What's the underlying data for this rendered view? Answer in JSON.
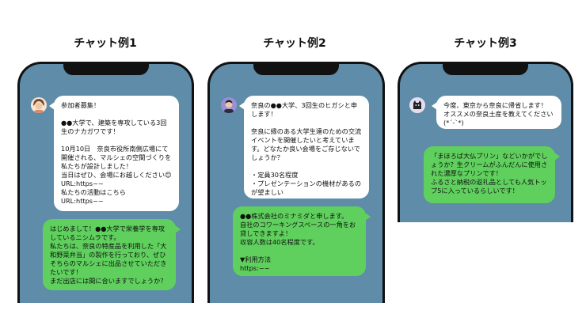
{
  "captions": [
    "チャット例1",
    "チャット例2",
    "チャット例3"
  ],
  "chat1": {
    "incoming": "参加者募集！\n\n●●大学で、建築を専攻している3回生のナカガワです！\n\n10月10日　奈良市役所南側広場にて開催される、マルシェの空間づくりを私たちが設計しました！\n当日はぜひ、会場にお越しください😊\nURL:https~~\n私たちの活動はこちら\nURL:https~~",
    "outgoing": "はじめまして！●●大学で栄養学を専攻しているニシムラです。\n私たちは、奈良の特産品を利用した「大和野菜弁当」の製作を行っており、ぜひそちらのマルシェに出品させていただきたいです！\nまだ出店には間に合いますでしょうか？"
  },
  "chat2": {
    "incoming": "奈良の●●大学、3回生のヒガシと申します！\n\n奈良に縁のある大学生達のための交流イベントを開催したいと考えています。どなたか良い会場をご存じないでしょうか？\n\n・定員30名程度\n・プレゼンテーションの機材があるのが望ましい",
    "outgoing": "●●株式会社のミナミダと申します。\n自社のコワーキングスペースの一角をお貸しできますよ！\n収容人数は40名程度です。\n\n▼利用方法\nhttps:~~"
  },
  "chat3": {
    "incoming": "今度、東京から奈良に帰省します！\nオススメの奈良土産を教えてください(*´-`*)",
    "outgoing": "「まほろば大仏プリン」などいかがでしょうか？生クリームがふんだんに使用された濃厚なプリンです！\nふるさと納税の返礼品としても人気トップ5に入っているらしいです！"
  },
  "colors": {
    "screen": "#5f8ca8",
    "incoming_bubble": "#ffffff",
    "outgoing_bubble": "#5fd05d"
  }
}
